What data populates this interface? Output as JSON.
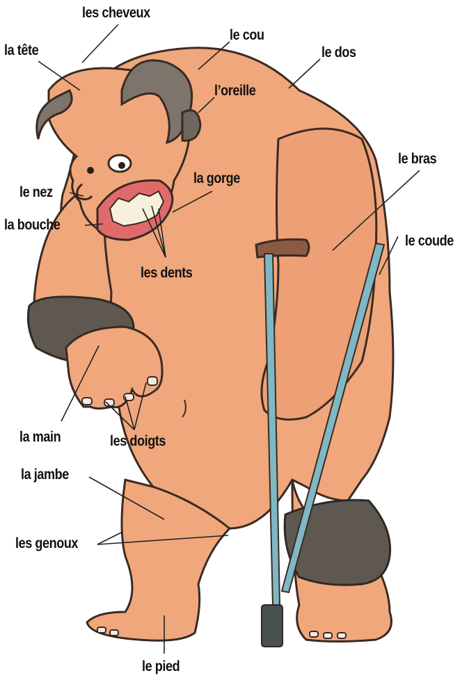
{
  "figure": {
    "colors": {
      "skin": "#f0a77c",
      "skin_shadow": "#d98a61",
      "horn": "#7d746b",
      "horn_dark": "#5a524b",
      "bandage": "#5f5850",
      "crutch": "#7fb8c4",
      "crutch_pad": "#8a5a45",
      "line": "#3a2a22"
    }
  },
  "labels": {
    "les_cheveux": "les cheveux",
    "la_tete": "la tête",
    "le_cou": "le cou",
    "le_dos": "le dos",
    "l_oreille": "l’oreille",
    "le_bras": "le bras",
    "la_gorge": "la gorge",
    "le_nez": "le nez",
    "la_bouche": "la bouche",
    "le_coude": "le coude",
    "les_dents": "les dents",
    "la_main": "la main",
    "les_doigts": "les doigts",
    "la_jambe": "la jambe",
    "les_genoux": "les genoux",
    "le_pied": "le pied"
  }
}
